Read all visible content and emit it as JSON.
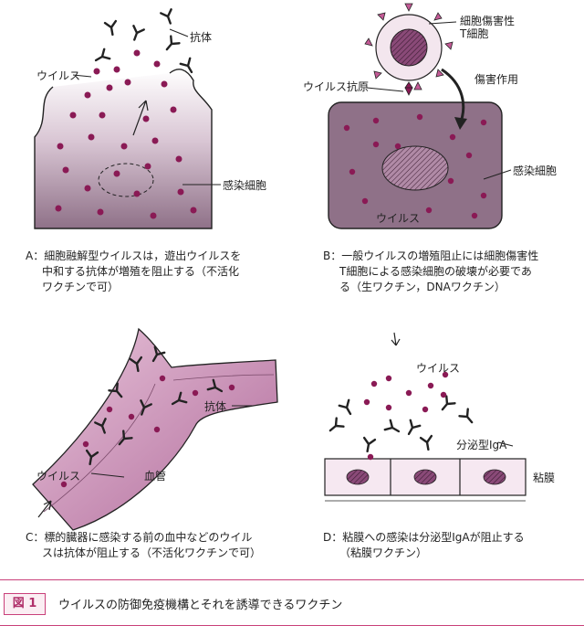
{
  "panel_a": {
    "labels": {
      "antibody": "抗体",
      "virus": "ウイルス",
      "infected_cell": "感染細胞"
    },
    "caption_lines": [
      "A：細胞融解型ウイルスは，遊出ウイルスを",
      "中和する抗体が増殖を阻止する（不活化",
      "ワクチンで可）"
    ]
  },
  "panel_b": {
    "labels": {
      "tcell": "細胞傷害性\nT細胞",
      "tcell_line1": "細胞傷害性",
      "tcell_line2": "T細胞",
      "viral_antigen": "ウイルス抗原",
      "cytotoxic_action": "傷害作用",
      "infected_cell": "感染細胞",
      "virus": "ウイルス"
    },
    "caption_lines": [
      "B：一般ウイルスの増殖阻止には細胞傷害性",
      "T細胞による感染細胞の破壊が必要であ",
      "る（生ワクチン，DNAワクチン）"
    ]
  },
  "panel_c": {
    "labels": {
      "antibody": "抗体",
      "virus": "ウイルス",
      "blood_vessel": "血管"
    },
    "caption_lines": [
      "C：標的臓器に感染する前の血中などのウイル",
      "スは抗体が阻止する（不活化ワクチンで可）"
    ]
  },
  "panel_d": {
    "labels": {
      "virus": "ウイルス",
      "secretory_iga": "分泌型IgA",
      "mucosa": "粘膜"
    },
    "caption_lines": [
      "D：粘膜への感染は分泌型IgAが阻止する",
      "（粘膜ワクチン）"
    ]
  },
  "figure": {
    "tag": "図 1",
    "title": "ウイルスの防御免疫機構とそれを誘導できるワクチン"
  },
  "colors": {
    "accent": "#c9407a",
    "virus": "#8a1a55",
    "cell_fill": "#8f7188",
    "vessel": "#b06a9a"
  }
}
